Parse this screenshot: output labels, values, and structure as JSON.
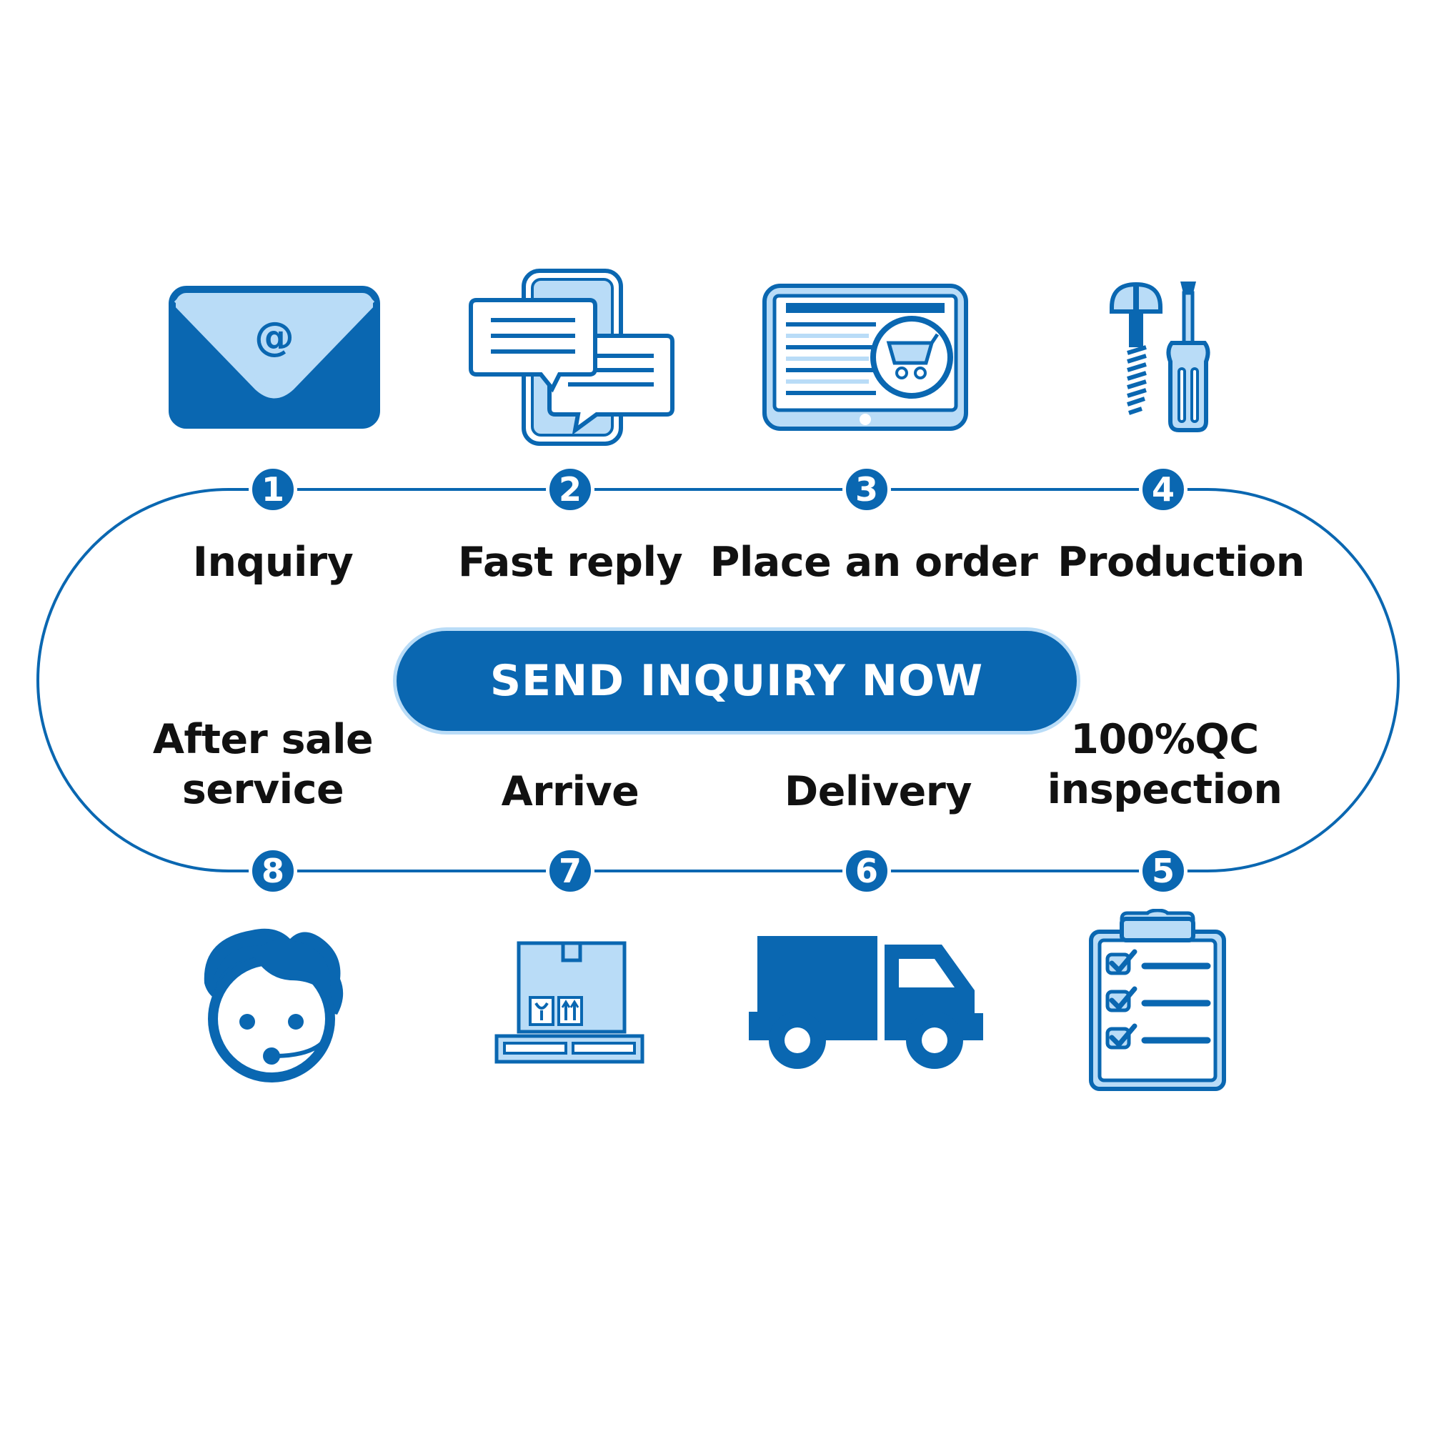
{
  "colors": {
    "primary": "#0a67b1",
    "light": "#b9dcf7",
    "text": "#111111"
  },
  "cta": {
    "label": "SEND INQUIRY NOW"
  },
  "steps": [
    {
      "number": "1",
      "label": "Inquiry",
      "icon": "envelope-icon"
    },
    {
      "number": "2",
      "label": "Fast reply",
      "icon": "chat-phone-icon"
    },
    {
      "number": "3",
      "label": "Place an order",
      "icon": "tablet-cart-icon"
    },
    {
      "number": "4",
      "label": "Production",
      "icon": "screw-screwdriver-icon"
    },
    {
      "number": "5",
      "label_line1": "100%QC",
      "label_line2": "inspection",
      "icon": "clipboard-checklist-icon"
    },
    {
      "number": "6",
      "label": "Delivery",
      "icon": "truck-icon"
    },
    {
      "number": "7",
      "label": "Arrive",
      "icon": "pallet-box-icon"
    },
    {
      "number": "8",
      "label_line1": "After sale",
      "label_line2": "service",
      "icon": "support-agent-icon"
    }
  ]
}
